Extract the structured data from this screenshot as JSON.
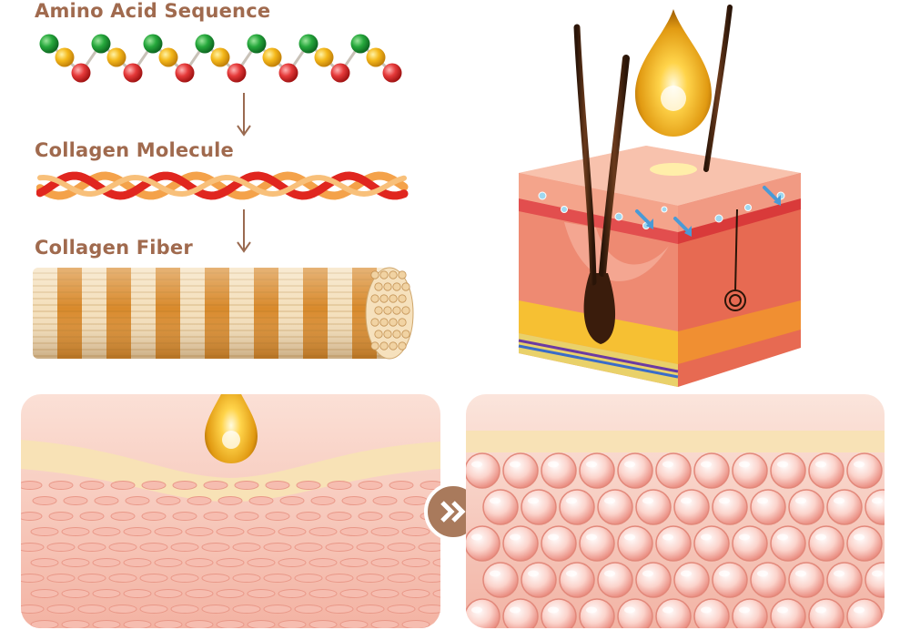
{
  "labels": {
    "amino_acid_sequence": "Amino Acid Sequence",
    "collagen_molecule": "Collagen Molecule",
    "collagen_fiber": "Collagen Fiber"
  },
  "colors": {
    "label_text": "#a06a4e",
    "amino_green": "#1fa23a",
    "amino_yellow": "#f2b418",
    "amino_red": "#e33a3a",
    "strand_red": "#d9201c",
    "strand_orange": "#f39b3c",
    "fiber_tan": "#f3ddb8",
    "fiber_orange": "#d9892c",
    "skin_pink": "#f7bfae",
    "oil_drop": "#e6a51c",
    "arrow_button": "#a97a5c"
  },
  "icons": {
    "arrows": "down-arrow-icon",
    "drop": "oil-drop-icon",
    "next": "double-chevron-right-icon"
  }
}
